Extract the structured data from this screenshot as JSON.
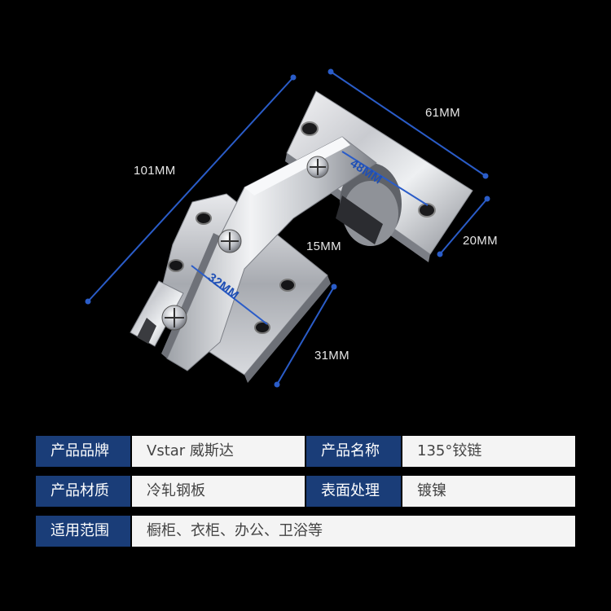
{
  "dimensions": {
    "length_overall": "101MM",
    "base_width": "61MM",
    "cup_span": "48MM",
    "cup_depth": "20MM",
    "arm_offset": "15MM",
    "plate_length": "32MM",
    "plate_width": "31MM"
  },
  "specs": {
    "brand_label": "产品品牌",
    "brand_value": "Vstar  威斯达",
    "name_label": "产品名称",
    "name_value": "135°铰链",
    "material_label": "产品材质",
    "material_value": "冷轧钢板",
    "finish_label": "表面处理",
    "finish_value": "镀镍",
    "usage_label": "适用范围",
    "usage_value": "橱柜、衣柜、办公、卫浴等"
  },
  "colors": {
    "label_bg": "#1a3d78",
    "value_bg": "#f4f4f4",
    "background": "#000000",
    "dimension_line": "#2a5cc8"
  }
}
